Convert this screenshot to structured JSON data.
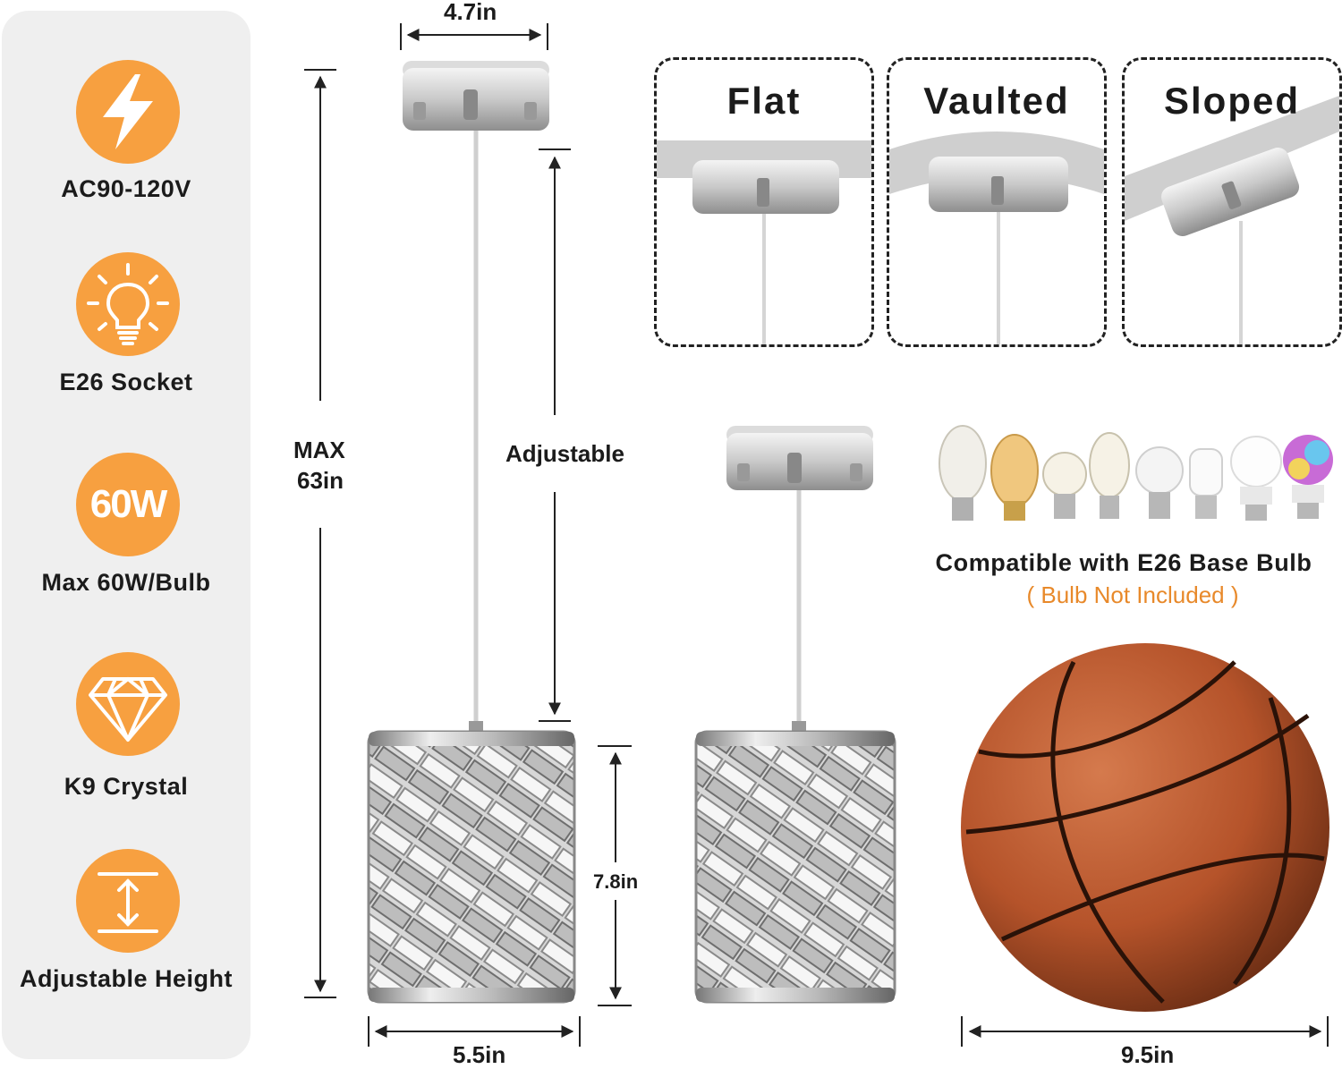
{
  "features": [
    {
      "icon": "lightning-icon",
      "label": "AC90-120V"
    },
    {
      "icon": "bulb-icon",
      "label": "E26 Socket"
    },
    {
      "icon": "wattage-badge",
      "badge": "60W",
      "label": "Max 60W/Bulb"
    },
    {
      "icon": "diamond-icon",
      "label": "K9 Crystal"
    },
    {
      "icon": "height-adjust-icon",
      "label": "Adjustable Height"
    }
  ],
  "dimensions": {
    "canopy_width": "4.7in",
    "max_height_line1": "MAX",
    "max_height_line2": "63in",
    "adjustable": "Adjustable",
    "shade_height": "7.8in",
    "shade_width": "5.5in",
    "ball_width": "9.5in"
  },
  "ceiling_types": [
    "Flat",
    "Vaulted",
    "Sloped"
  ],
  "bulbs": {
    "title": "Compatible with E26 Base Bulb",
    "note": "( Bulb Not Included )"
  },
  "colors": {
    "accent_orange": "#f7a040",
    "note_orange": "#e8892a",
    "sidebar_bg": "#efefef",
    "basketball": "#b5532a"
  }
}
